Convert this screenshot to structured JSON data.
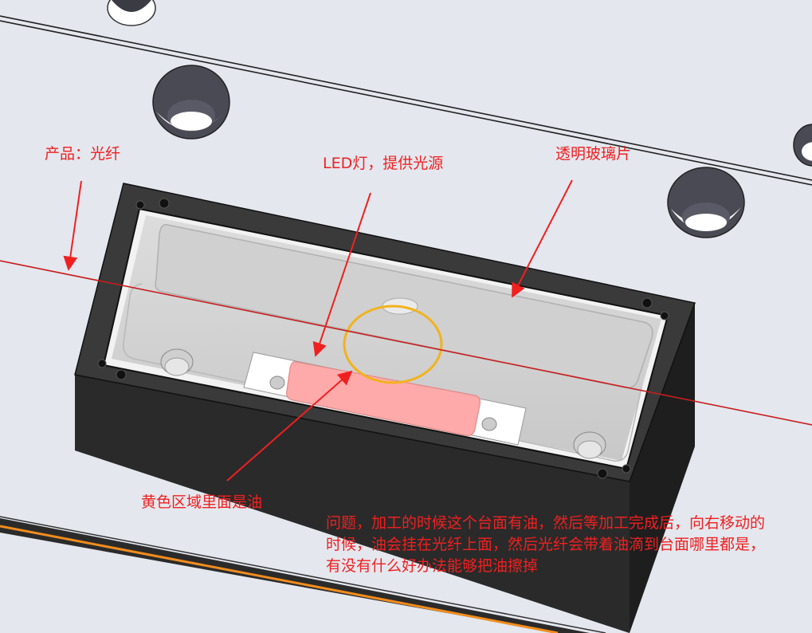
{
  "annotations": {
    "product": "产品：光纤",
    "led": "LED灯，提供光源",
    "glass": "透明玻璃片",
    "oil_area": "黄色区域里面是油",
    "question": "问题，加工的时候这个台面有油，然后等加工完成后，向右移动的时候，油会挂在光纤上面，然后光纤会带着油滴到台面哪里都是，有没有什么好办法能够把油擦掉"
  },
  "colors": {
    "background": "#e4e7ee",
    "annotation_text": "#f02020",
    "fiber": "#c81e1e",
    "oil_circle": "#f2b21c",
    "led": "#ffaaaa",
    "fixture_body": "#2a2a2a",
    "orange_stripe": "#f28c1e"
  }
}
